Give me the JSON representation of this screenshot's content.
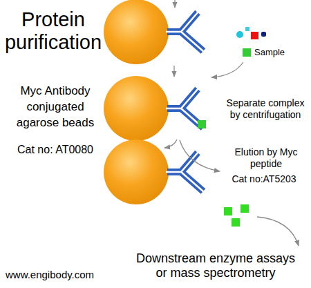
{
  "diagram": {
    "title": "Protein purification",
    "labels": [
      "Myc Antibody conjugated agarose beads",
      "Cat no: AT0080",
      "Sample",
      "Separate complex by centrifugation",
      "Elution by Myc peptide",
      "Cat no:AT5203",
      "Downstream enzyme assays or mass spectrometry",
      "www.engibody.com"
    ]
  }
}
